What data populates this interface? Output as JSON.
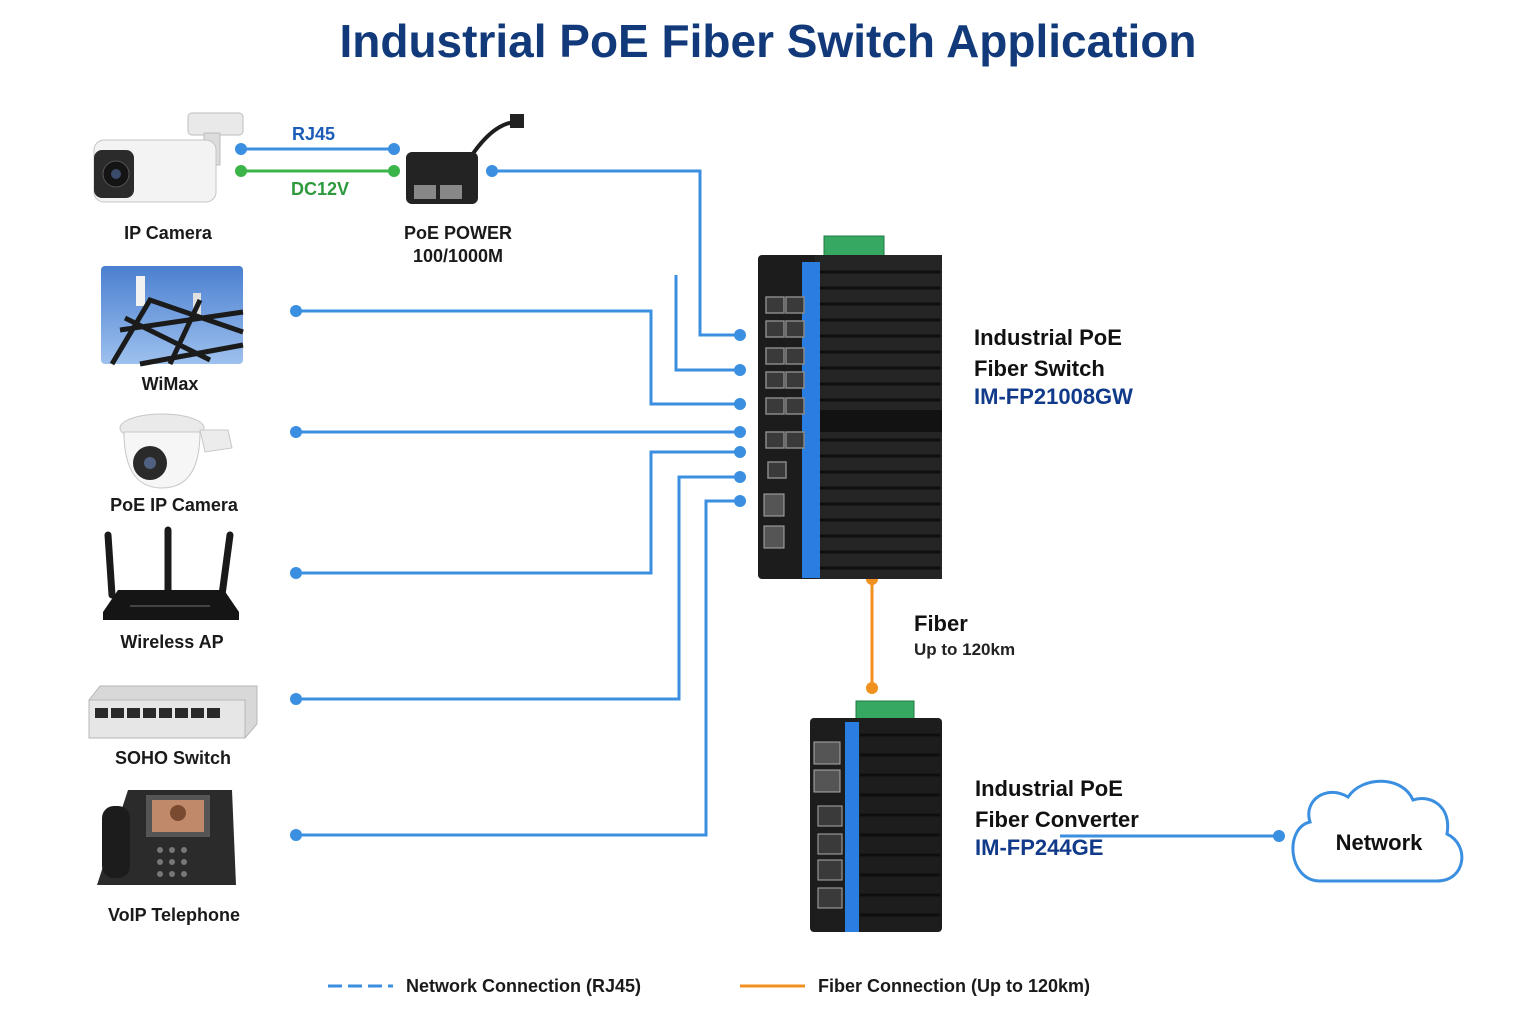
{
  "title": "Industrial PoE Fiber Switch Application",
  "colors": {
    "title": "#123a7a",
    "rj45": "#3b8fe0",
    "dc": "#3bb54a",
    "fiber": "#f0901e",
    "model": "#123a8a",
    "switch_accent": "#2a7de1"
  },
  "devices": {
    "ip_camera": "IP Camera",
    "poe_power_line1": "PoE POWER",
    "poe_power_line2": "100/1000M",
    "wimax": "WiMax",
    "poe_ip_camera": "PoE IP Camera",
    "wireless_ap": "Wireless AP",
    "soho_switch": "SOHO Switch",
    "voip_telephone": "VoIP Telephone"
  },
  "connections": {
    "rj45": "RJ45",
    "dc": "DC12V",
    "fiber_title": "Fiber",
    "fiber_sub": "Up to 120km"
  },
  "switch": {
    "line1": "Industrial PoE",
    "line2": "Fiber Switch",
    "model": "IM-FP21008GW"
  },
  "converter": {
    "line1": "Industrial PoE",
    "line2": "Fiber Converter",
    "model": "IM-FP244GE"
  },
  "network": "Network",
  "legend": {
    "network": "Network Connection (RJ45)",
    "fiber": "Fiber Connection (Up to 120km)"
  }
}
